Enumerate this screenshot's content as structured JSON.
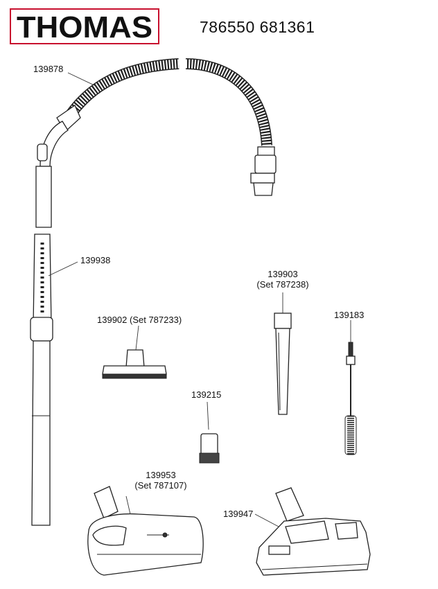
{
  "brand": {
    "logo_text": "THOMAS",
    "accent_color": "#c8102e"
  },
  "header": {
    "model_numbers": "786550 681361"
  },
  "parts": [
    {
      "id": "hose",
      "number": "139878",
      "note": ""
    },
    {
      "id": "tube",
      "number": "139938",
      "note": ""
    },
    {
      "id": "crevice-tool",
      "number": "139903",
      "note": "(Set 787238)"
    },
    {
      "id": "upholstery-nozzle",
      "number": "139902 (Set 787233)",
      "note": ""
    },
    {
      "id": "cleaning-brush",
      "number": "139183",
      "note": ""
    },
    {
      "id": "dusting-brush",
      "number": "139215",
      "note": ""
    },
    {
      "id": "turbo-brush",
      "number": "139953",
      "note": "(Set 787107)"
    },
    {
      "id": "floor-nozzle",
      "number": "139947",
      "note": ""
    }
  ]
}
